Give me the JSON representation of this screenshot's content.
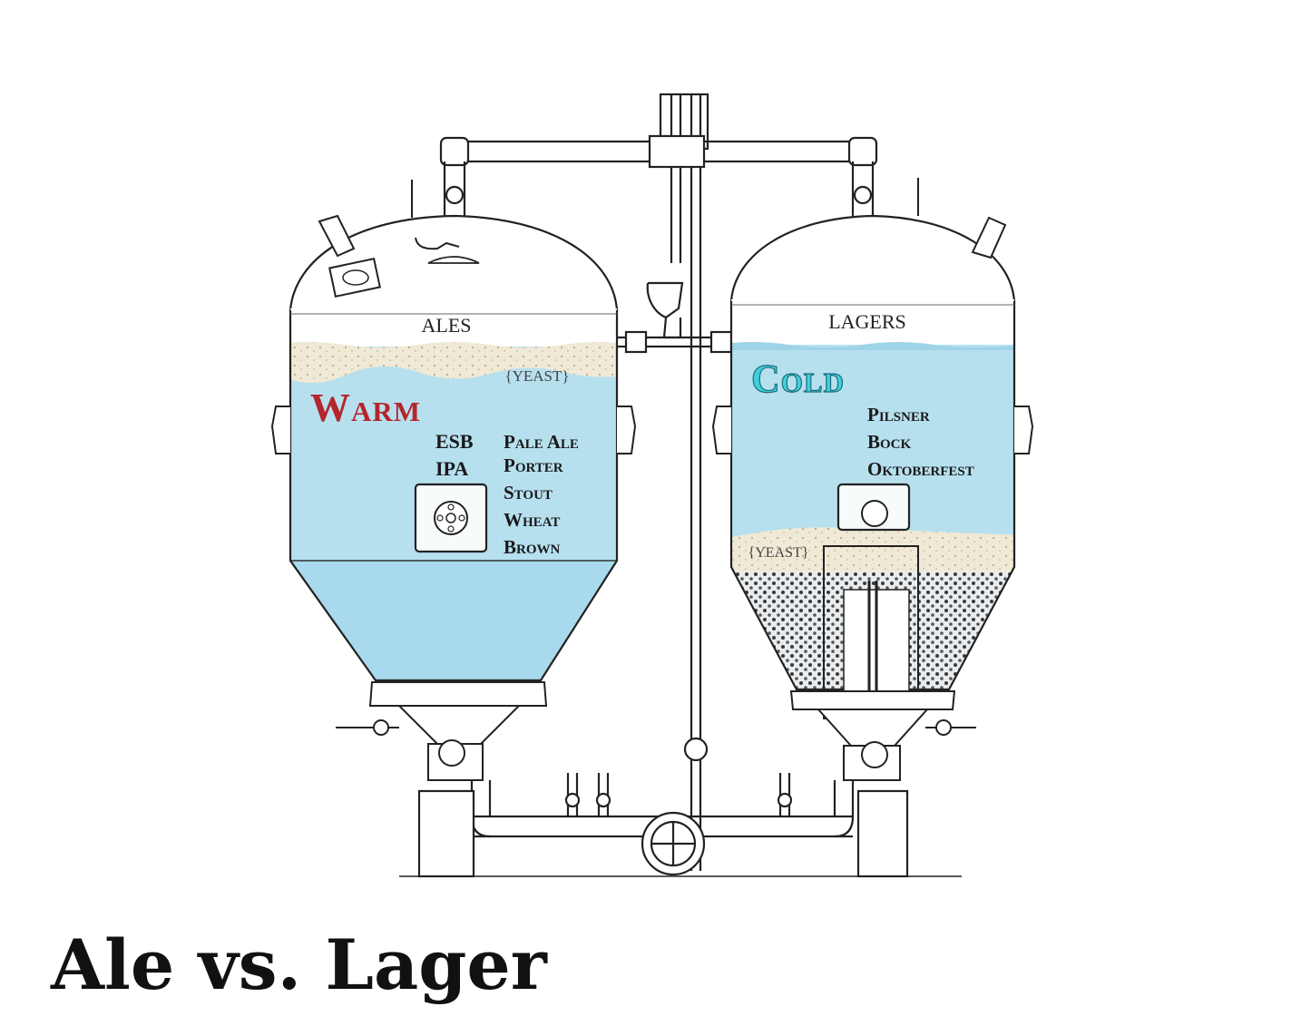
{
  "title": "Ale vs. Lager",
  "colors": {
    "liquid": "#b7e0ef",
    "liquid_dark": "#9fd3e8",
    "foam": "#efe9d6",
    "line": "#222222",
    "warm": "#b3262b",
    "cold": "#3fd0df"
  },
  "ale_tank": {
    "label": "ALES",
    "temperature": "Warm",
    "yeast_label": "{YEAST}",
    "styles_left": [
      "ESB",
      "IPA"
    ],
    "styles_right": [
      "Pale Ale",
      "Porter",
      "Stout",
      "Wheat",
      "Brown"
    ]
  },
  "lager_tank": {
    "label": "LAGERS",
    "temperature": "Cold",
    "yeast_label": "{YEAST}",
    "styles": [
      "Pilsner",
      "Bock",
      "Oktoberfest"
    ]
  }
}
